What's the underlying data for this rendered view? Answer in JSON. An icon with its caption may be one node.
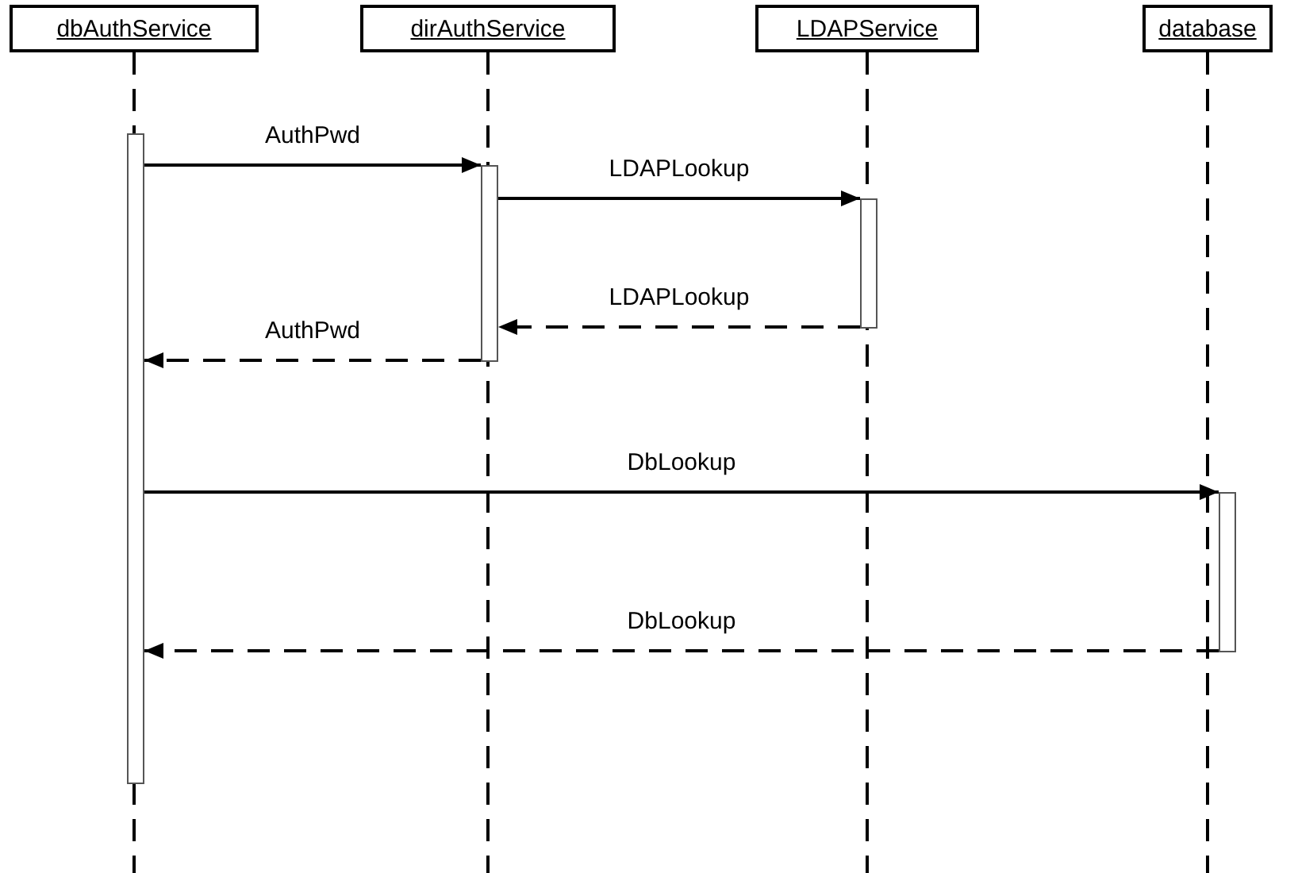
{
  "diagram": {
    "nodes": [
      {
        "text": [
          "dbAuthService"
        ]
      },
      {
        "text": [
          "dirAuthService"
        ]
      },
      {
        "text": [
          "LDAPService"
        ]
      },
      {
        "text": [
          "database"
        ]
      },
      {
        "text": [],
        "shape": "bar"
      },
      {
        "text": [],
        "shape": "bar"
      },
      {
        "text": [],
        "shape": "bar"
      },
      {
        "text": [],
        "shape": "bar"
      }
    ],
    "edges": [
      {
        "from": 4,
        "to": 5,
        "arrow": "to",
        "label": "AuthPwd"
      },
      {
        "from": 5,
        "to": 6,
        "arrow": "to",
        "label": "LDAPLookup"
      },
      {
        "from": 6,
        "to": 5,
        "arrow": "to",
        "label": "LDAPLookup",
        "style": "dashed"
      },
      {
        "from": 5,
        "to": 4,
        "arrow": "to",
        "label": "AuthPwd",
        "style": "dashed"
      },
      {
        "from": 4,
        "to": 7,
        "arrow": "to",
        "label": "DbLookup"
      },
      {
        "from": 7,
        "to": 4,
        "arrow": "to",
        "label": "DbLookup",
        "style": "dashed"
      }
    ]
  }
}
